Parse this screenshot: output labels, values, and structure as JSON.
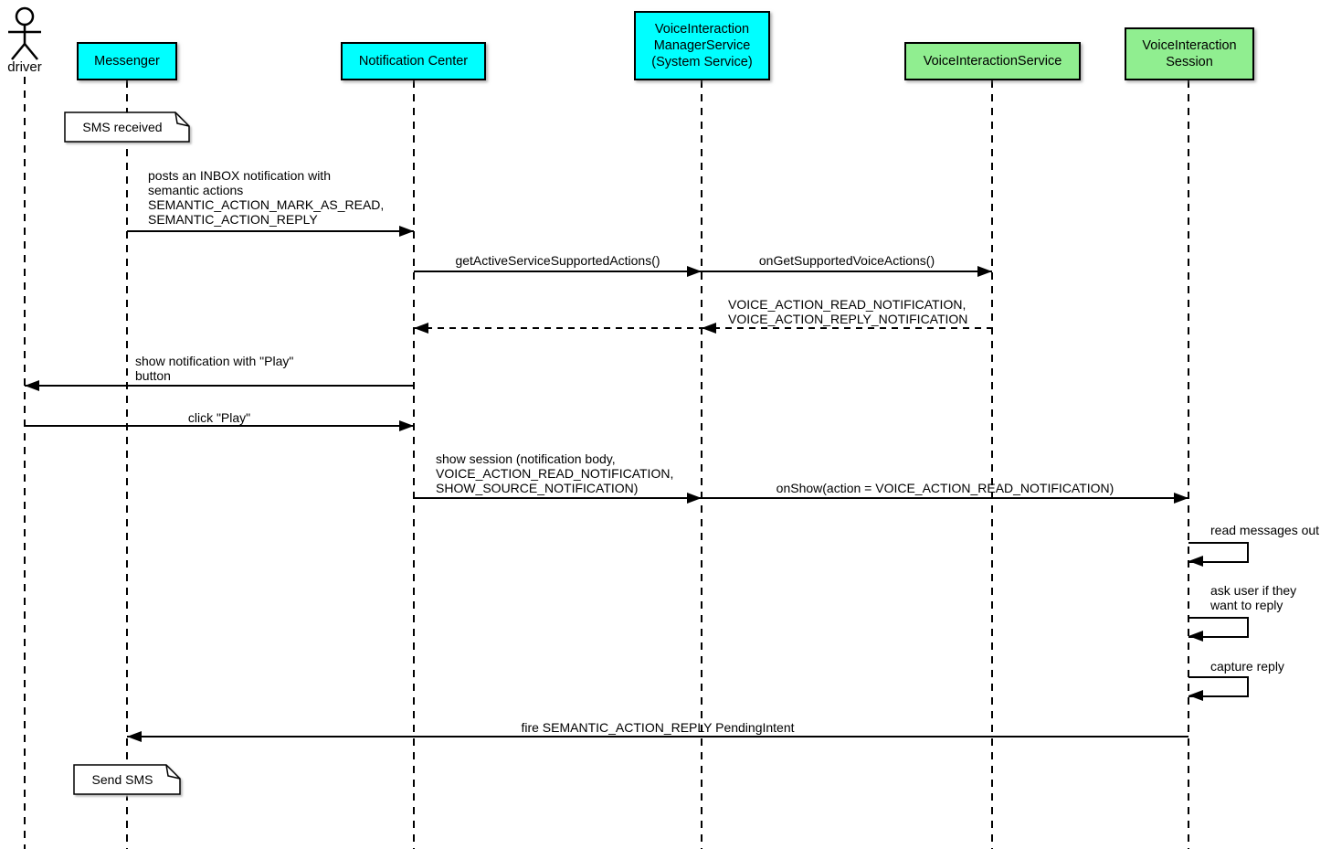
{
  "diagram_type": "uml-sequence",
  "colors": {
    "participant_cyan": "#00FFFF",
    "participant_green": "#90EE90",
    "line": "#000000",
    "note_bg": "#FFFFFF"
  },
  "participants": [
    {
      "id": "driver",
      "kind": "actor",
      "label": "driver"
    },
    {
      "id": "messenger",
      "kind": "box",
      "fill": "#00FFFF",
      "label": "Messenger"
    },
    {
      "id": "notification-center",
      "kind": "box",
      "fill": "#00FFFF",
      "label": "Notification Center"
    },
    {
      "id": "voice-interaction-manager-service",
      "kind": "box",
      "fill": "#00FFFF",
      "label": "VoiceInteraction\nManagerService\n(System Service)"
    },
    {
      "id": "voice-interaction-service",
      "kind": "box",
      "fill": "#90EE90",
      "label": "VoiceInteractionService"
    },
    {
      "id": "voice-interaction-session",
      "kind": "box",
      "fill": "#90EE90",
      "label": "VoiceInteraction\nSession"
    }
  ],
  "notes": [
    {
      "attached_to": "messenger",
      "text": "SMS received"
    },
    {
      "attached_to": "messenger",
      "text": "Send SMS"
    }
  ],
  "messages": [
    {
      "from": "messenger",
      "to": "notification-center",
      "type": "solid",
      "label": "posts an INBOX notification with\nsemantic actions\nSEMANTIC_ACTION_MARK_AS_READ,\nSEMANTIC_ACTION_REPLY"
    },
    {
      "from": "notification-center",
      "to": "voice-interaction-manager-service",
      "type": "solid",
      "label": "getActiveServiceSupportedActions()"
    },
    {
      "from": "voice-interaction-manager-service",
      "to": "voice-interaction-service",
      "type": "solid",
      "label": "onGetSupportedVoiceActions()"
    },
    {
      "from": "voice-interaction-service",
      "to": "voice-interaction-manager-service",
      "type": "dashed-return",
      "label": "VOICE_ACTION_READ_NOTIFICATION,\nVOICE_ACTION_REPLY_NOTIFICATION"
    },
    {
      "from": "voice-interaction-manager-service",
      "to": "notification-center",
      "type": "dashed-return",
      "label": ""
    },
    {
      "from": "notification-center",
      "to": "driver",
      "type": "solid",
      "label": "show notification with \"Play\"\nbutton"
    },
    {
      "from": "driver",
      "to": "notification-center",
      "type": "solid",
      "label": "click \"Play\""
    },
    {
      "from": "notification-center",
      "to": "voice-interaction-manager-service",
      "type": "solid",
      "label": "show session (notification body,\nVOICE_ACTION_READ_NOTIFICATION,\nSHOW_SOURCE_NOTIFICATION)"
    },
    {
      "from": "voice-interaction-manager-service",
      "to": "voice-interaction-session",
      "type": "solid",
      "label": "onShow(action = VOICE_ACTION_READ_NOTIFICATION)"
    },
    {
      "from": "voice-interaction-session",
      "to": "voice-interaction-session",
      "type": "self",
      "label": "read messages out"
    },
    {
      "from": "voice-interaction-session",
      "to": "voice-interaction-session",
      "type": "self",
      "label": "ask user if they\nwant to reply"
    },
    {
      "from": "voice-interaction-session",
      "to": "voice-interaction-session",
      "type": "self",
      "label": "capture reply"
    },
    {
      "from": "voice-interaction-session",
      "to": "messenger",
      "type": "solid",
      "label": "fire SEMANTIC_ACTION_REPLY PendingIntent"
    }
  ]
}
